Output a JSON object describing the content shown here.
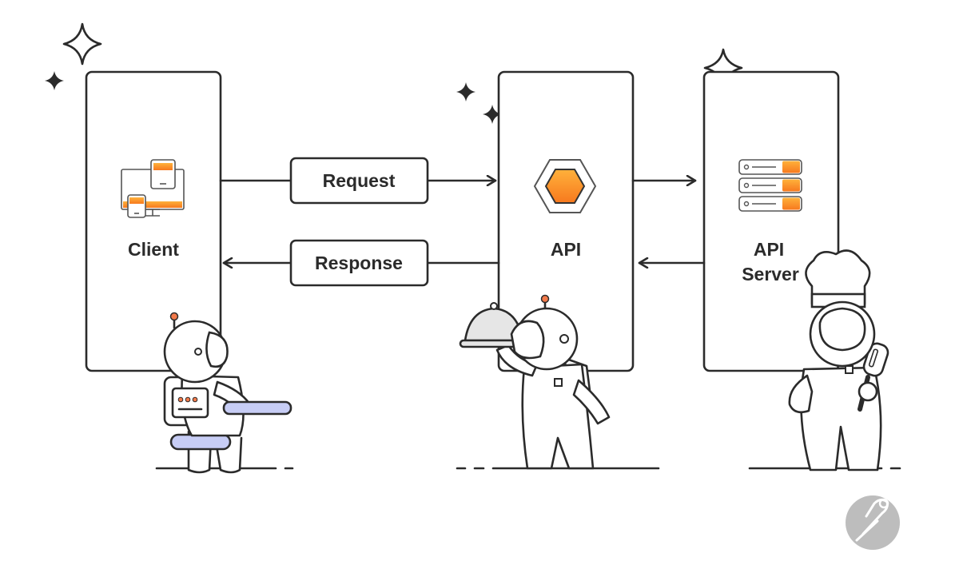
{
  "nodes": {
    "client": {
      "label": "Client"
    },
    "api": {
      "label": "API"
    },
    "server": {
      "label_line1": "API",
      "label_line2": "Server"
    }
  },
  "edges": {
    "request": {
      "label": "Request"
    },
    "response": {
      "label": "Response"
    }
  },
  "colors": {
    "outline": "#2b2b2b",
    "accent_orange": "#f7931e",
    "accent_orange_light": "#ffb13b",
    "accent_purple": "#c7cdf5",
    "logo_grey": "#bdbdbd"
  },
  "icons": {
    "client": "devices-icon",
    "api": "hexagon-icon",
    "server": "server-rack-icon",
    "logo": "postman-logo-icon"
  }
}
